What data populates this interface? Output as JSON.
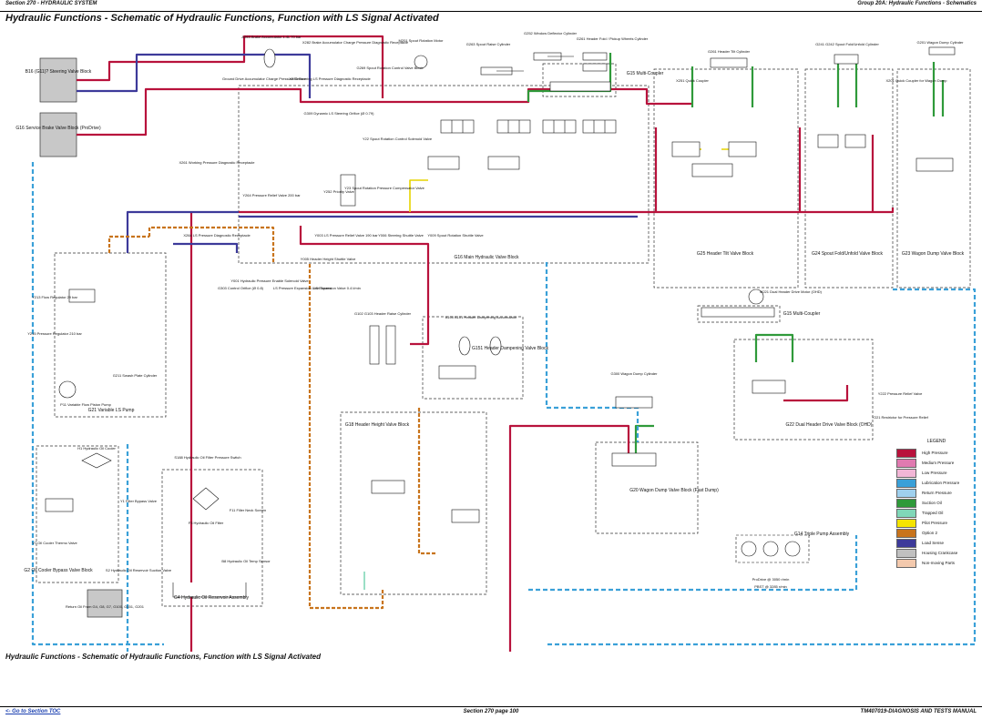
{
  "header": {
    "section": "Section 270 - HYDRAULIC SYSTEM",
    "group": "Group 20A: Hydraulic Functions - Schematics"
  },
  "title": "Hydraulic Functions - Schematic of Hydraulic Functions, Function with LS Signal Activated",
  "caption": "Hydraulic Functions - Schematic of Hydraulic Functions, Function with LS Signal Activated",
  "footer": {
    "toc_link": "<- Go to Section TOC",
    "page": "Section 270 page 100",
    "manual": "TM407019-DIAGNOSIS AND TESTS MANUAL"
  },
  "colors": {
    "high": "#b8123c",
    "medium": "#e07ab0",
    "low": "#f2b6d6",
    "lubrication": "#3aa0d8",
    "return": "#9fd0ee",
    "suction": "#2f9a3a",
    "trapped": "#80d7b8",
    "pilot": "#f5e400",
    "option2": "#c8741c",
    "load_sense": "#3d3a9a",
    "housing": "#c0c0c0",
    "nonmoving": "#f3c9ad"
  },
  "blocks": {
    "steering": "B16 (G11)? Steering Valve Block",
    "service_brake": "G16 Service Brake Valve Block (ProDrive)",
    "main": "G16 Main Hydraulic Valve Block",
    "pump": "G21 Variable LS Pump",
    "cooler_bypass": "G2 Oil Cooler Bypass Valve Block",
    "reservoir": "G4 Hydraulic Oil Reservoir Assembly",
    "header_tilt": "G25 Header Tilt Valve Block",
    "spout": "G24 Spout Fold/Unfold Valve Block",
    "wagon_dump": "G23 Wagon Dump Valve Block",
    "header_height": "G18 Header Height Valve Block",
    "header_damp": "G151 Header Dampening Valve Block",
    "wagon_fast": "G20 Wagon Dump Valve Block (Fast Dump)",
    "dual_header": "G22 Dual Header Drive Valve Block (OHD)",
    "triple_pump": "G14 Triple Pump Assembly",
    "multi1": "G15 Multi-Coupler",
    "multi2": "G15 Multi-Coupler"
  },
  "labels": {
    "spout_rotation": "G269 Spout Rotation Control Valve Block",
    "prodrive": "ProDrive @ 3050 r/min",
    "pbst": "PBST @ 3285 r/min",
    "relief_a": "Y22 Spout Rotation Control Solenoid Valve",
    "relief_b": "Y23 Spout Rotation Pressure Compensator Valve",
    "y001": "Y001 Hydraulic Pressure Enable Solenoid Valve",
    "y003": "Y003 LS Pressure Relief Valve 190 bar",
    "y005": "Y005 Header Height Shuttle Valve",
    "y006": "Y006 Steering Shuttle Valve",
    "y009": "Y009 Spout Rotation Shuttle Valve",
    "l_ls_exp": "LS Expansion Valve 0.4 l/min",
    "l_ls_press": "LS Pressure Expansion Line Screen",
    "control_orifice": "G303 Control Orifice (Ø 0.8)",
    "brake_acc": "A063 Brake Accumulator 1.4L 70 bar",
    "brake_acc_charge": "X282 Brake Accumulator Charge Pressure Diagnostic Receptacle",
    "ground_drive": "Ground Drive Accumulator Charge Pressure Sensor",
    "steering_ls": "X283 Steering LS Pressure Diagnostic Receptacle",
    "working_press": "X261 Working Pressure Diagnostic Receptacle",
    "ls_press_diag": "X264 LS Pressure Diagnostic Receptacle",
    "priority": "Y252 Priority Valve",
    "dyn_steer": "G309 Dynamic LS Steering Orifice (Ø 0.79)",
    "press_relief_20": "Y264 Pressure Relief Valve 200 bar",
    "rotation_motor": "M201 Spout Rotation Motor",
    "spout_raise_cyl": "G263 Spout Raise Cylinder",
    "window_deflector": "G252 Window Deflector Cylinder",
    "header_fold": "G261 Header Fold / Pickup Wheels Cylinder",
    "header_tilt_cyl": "G261 Header Tilt Cylinder",
    "spout_fold_cyl": "G241 G242 Spout Fold/Unfold Cylinder",
    "wagon_dump_cyl": "G201 Wagon Dump Cylinder",
    "header_raise": "G102 G103 Header Raise Cylinder",
    "header_damp_acc": "A100 A101 Header Dampening Accumulator",
    "wagon_dump_cyl2": "G300 Wagon Dump Cylinder",
    "quick_coupler": "X251 Quick Coupler",
    "qc_wagon": "X201 Quick Coupler for Wagon Dump",
    "oil_cooler": "H1 Hydraulic Oil Cooler",
    "filter_press": "S188 Hydraulic Oil Filter Pressure Switch",
    "filter": "F3 Hydraulic Oil Filter",
    "filter_bypass": "Y1 Filter Bypass Valve",
    "reservoir_suction": "S2 Hydraulic Oil Reservoir Suction Valve",
    "temp_sensor": "B8 Hydraulic Oil Temp Sensor",
    "filler_neck": "F11 Filler Neck Screen",
    "thermo": "V7 Oil Cooler Thermo Valve",
    "drive_motor": "M221 Dual Header Drive Motor (OHD)",
    "relief_dual": "Y222 Pressure Relief Valve",
    "restrictor": "Y221 Restrictor for Pressure Relief",
    "pump_reg": "Y213 Flow Regulator 29 bar",
    "pump_ls": "Y215 Pressure Regulator 210 bar",
    "variable_pump": "P11 Variable Flow Piston Pump",
    "swash": "G211 Swash Plate Cylinder",
    "return_pumps": "Return Oil From G4, G8, G7, G100, G151, G201"
  },
  "legend": {
    "title": "LEGEND",
    "items": [
      {
        "label": "High Pressure",
        "color": "#b8123c"
      },
      {
        "label": "Medium Pressure",
        "color": "#e07ab0"
      },
      {
        "label": "Low Pressure",
        "color": "#f2b6d6"
      },
      {
        "label": "Lubrication Pressure",
        "color": "#3aa0d8"
      },
      {
        "label": "Return Pressure",
        "color": "#9fd0ee"
      },
      {
        "label": "Suction Oil",
        "color": "#2f9a3a"
      },
      {
        "label": "Trapped Oil",
        "color": "#80d7b8"
      },
      {
        "label": "Pilot Pressure",
        "color": "#f5e400"
      },
      {
        "label": "Option 2",
        "color": "#c8741c"
      },
      {
        "label": "Load Sense",
        "color": "#3d3a9a"
      },
      {
        "label": "Housing Crankcase",
        "color": "#c0c0c0"
      },
      {
        "label": "Non-moving Parts",
        "color": "#f3c9ad"
      }
    ]
  }
}
